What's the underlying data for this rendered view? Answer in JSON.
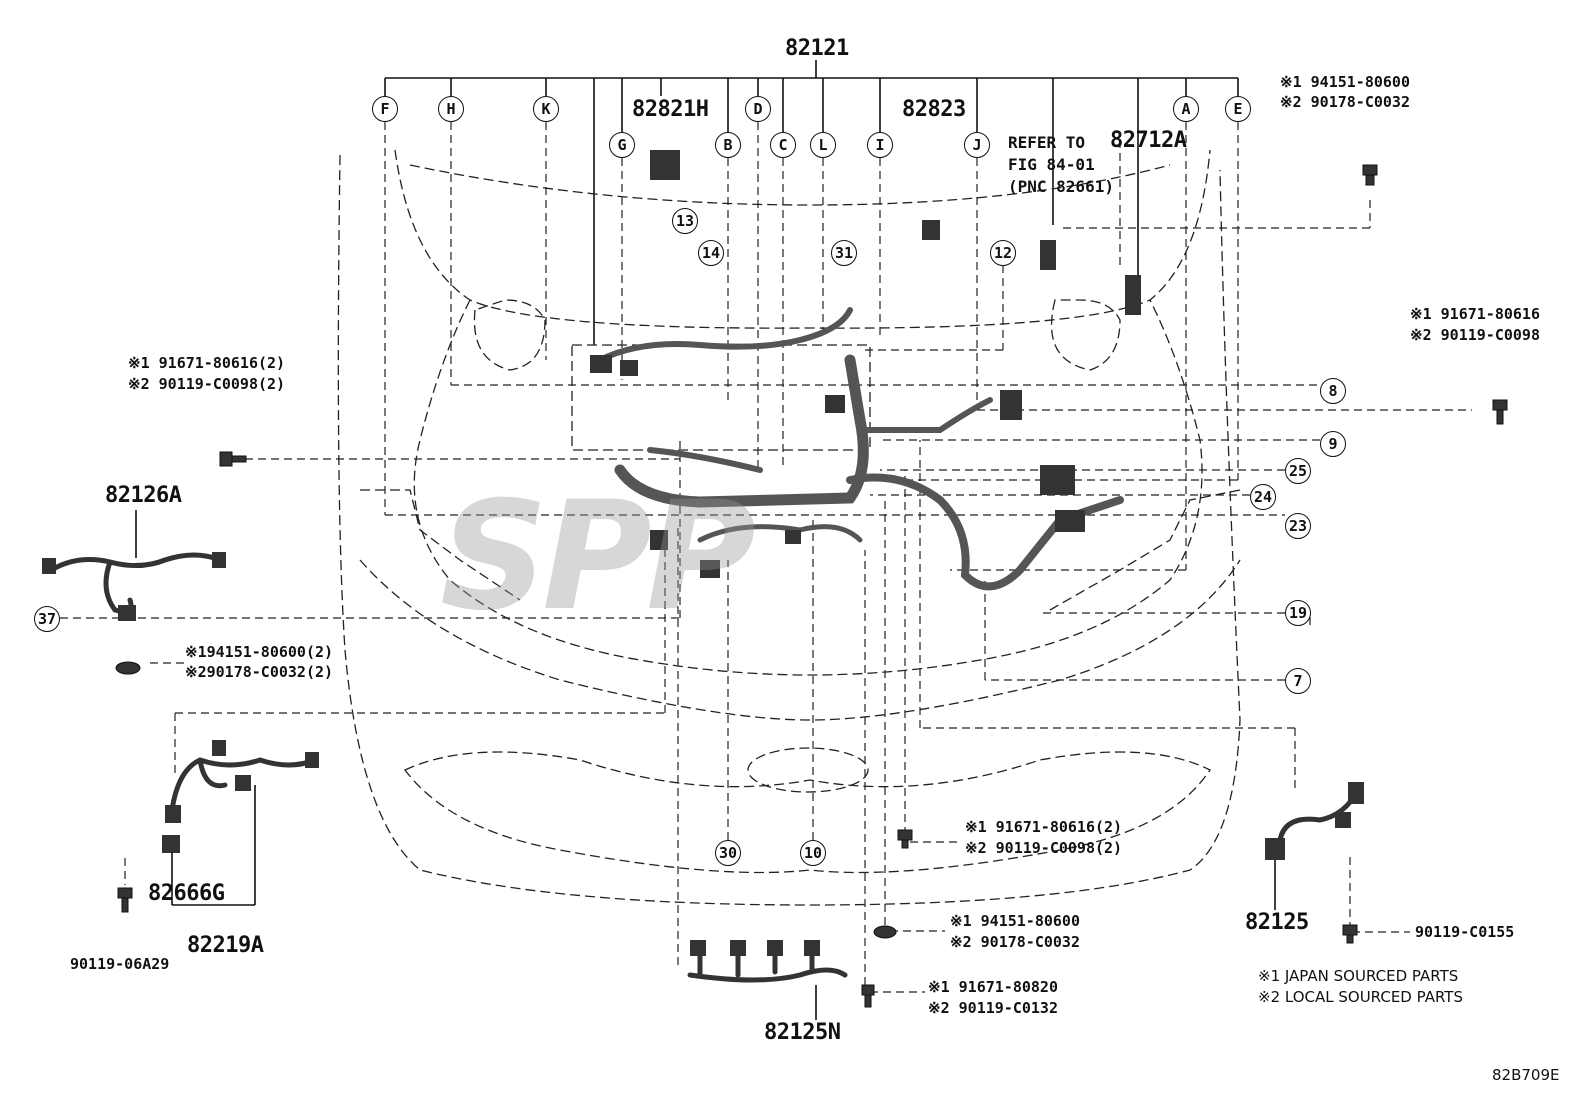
{
  "parts": {
    "main_harness": "82121",
    "p82821H": "82821H",
    "p82823": "82823",
    "p82712A": "82712A",
    "p82126A": "82126A",
    "p82666G": "82666G",
    "p82219A": "82219A",
    "p82125": "82125",
    "p82125N": "82125N"
  },
  "refer": [
    "REFER TO",
    "FIG 84-01",
    "(PNC 82661)"
  ],
  "letters": [
    "F",
    "H",
    "K",
    "G",
    "B",
    "D",
    "C",
    "L",
    "I",
    "J",
    "A",
    "E"
  ],
  "numbers": [
    "13",
    "14",
    "31",
    "12",
    "8",
    "9",
    "25",
    "24",
    "23",
    "19",
    "7",
    "37",
    "30",
    "10"
  ],
  "fasteners": {
    "top_right": [
      "※1 94151-80600",
      "※2 90178-C0032"
    ],
    "right": [
      "※1 91671-80616",
      "※2 90119-C0098"
    ],
    "left": [
      "※1 91671-80616(2)",
      "※2 90119-C0098(2)"
    ],
    "left_nut": [
      "※194151-80600(2)",
      "※290178-C0032(2)"
    ],
    "center_bolt": [
      "※1 91671-80616(2)",
      "※2 90119-C0098(2)"
    ],
    "center_nut": [
      "※1 94151-80600",
      "※2 90178-C0032"
    ],
    "center_bolt2": [
      "※1 91671-80820",
      "※2 90119-C0132"
    ],
    "bolt_82125": "90119-C0155",
    "bolt_82666G": "90119-06A29"
  },
  "legend": [
    "※1 JAPAN SOURCED PARTS",
    "※2 LOCAL SOURCED PARTS"
  ],
  "figure_code": "82B709E",
  "watermark": "SPP"
}
